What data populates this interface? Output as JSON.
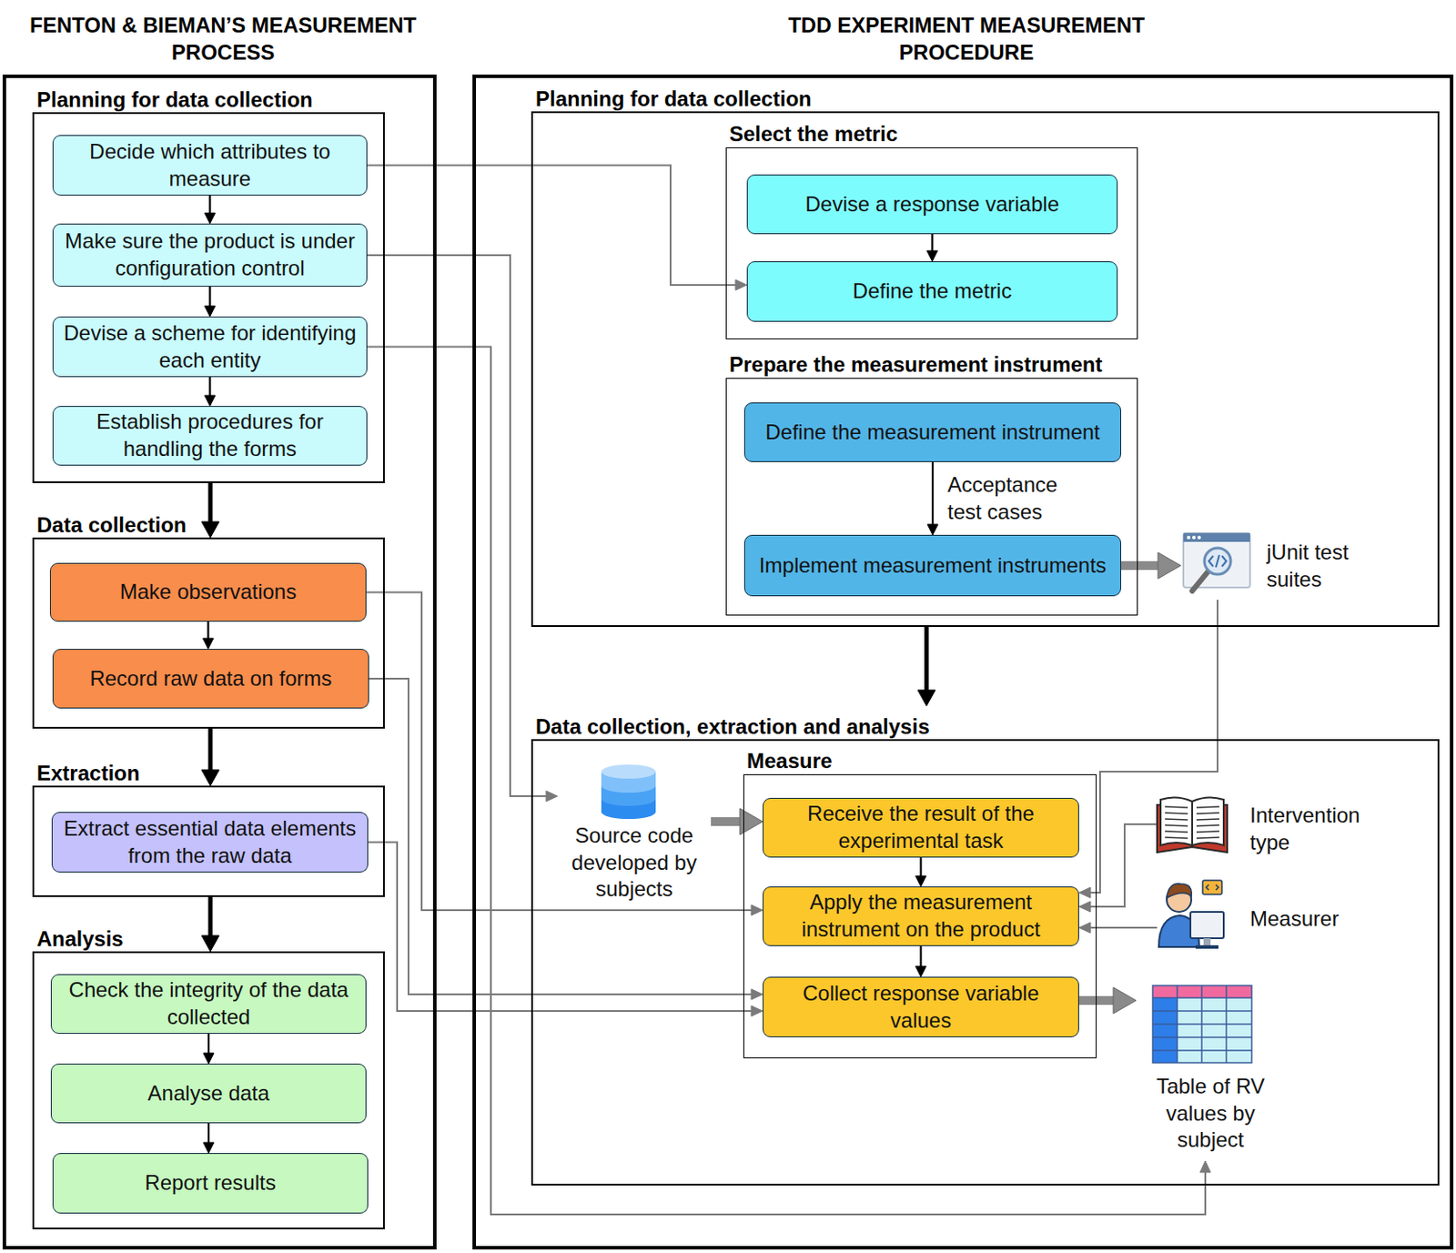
{
  "diagram": {
    "nodes": [
      {
        "text": [
          "FENTON & BIEMAN’S MEASUREMENT PROCESS"
        ]
      },
      {
        "text": [
          "Planning for data collection"
        ],
        "in": 0
      },
      {
        "text": [
          "Decide which attributes to measure"
        ],
        "in": 1
      },
      {
        "text": [
          "Make sure the product is under configuration control"
        ],
        "in": 1
      },
      {
        "text": [
          "Devise a scheme for identifying each entity"
        ],
        "in": 1
      },
      {
        "text": [
          "Establish procedures for handling the forms"
        ],
        "in": 1
      },
      {
        "text": [
          "Data collection"
        ],
        "in": 0
      },
      {
        "text": [
          "Make observations"
        ],
        "in": 6
      },
      {
        "text": [
          "Record raw data on forms"
        ],
        "in": 6
      },
      {
        "text": [
          "Extraction"
        ],
        "in": 0
      },
      {
        "text": [
          "Extract essential data elements from the raw data"
        ],
        "in": 9
      },
      {
        "text": [
          "Analysis"
        ],
        "in": 0
      },
      {
        "text": [
          "Check the integrity of the data collected"
        ],
        "in": 11
      },
      {
        "text": [
          "Analyse data"
        ],
        "in": 11
      },
      {
        "text": [
          "Report results"
        ],
        "in": 11
      },
      {
        "text": [
          "TDD EXPERIMENT MEASUREMENT PROCEDURE"
        ]
      },
      {
        "text": [
          "Planning for data collection"
        ],
        "in": 15
      },
      {
        "text": [
          "Select the metric"
        ],
        "in": 16
      },
      {
        "text": [
          "Devise a response variable"
        ],
        "in": 17
      },
      {
        "text": [
          "Define the metric"
        ],
        "in": 17
      },
      {
        "text": [
          "Prepare the measurement instrument"
        ],
        "in": 16
      },
      {
        "text": [
          "Define the measurement instrument"
        ],
        "in": 20
      },
      {
        "text": [
          "Implement measurement instruments"
        ],
        "in": 20
      },
      {
        "text": [
          "jUnit test suites"
        ],
        "in": 15
      },
      {
        "text": [
          "Data collection, extraction and analysis"
        ],
        "in": 15
      },
      {
        "text": [
          "Source code developed by subjects"
        ],
        "in": 24
      },
      {
        "text": [
          "Measure"
        ],
        "in": 24
      },
      {
        "text": [
          "Receive the result of the experimental task"
        ],
        "in": 26
      },
      {
        "text": [
          "Apply the measurement instrument on the product"
        ],
        "in": 26
      },
      {
        "text": [
          "Collect response variable values"
        ],
        "in": 26
      },
      {
        "text": [
          "Intervention type"
        ],
        "in": 24
      },
      {
        "text": [
          "Measurer"
        ],
        "in": 24
      },
      {
        "text": [
          "Table of RV values by subject"
        ],
        "in": 24
      }
    ],
    "edges": [
      {
        "from": 2,
        "to": 3,
        "arrow": "to"
      },
      {
        "from": 3,
        "to": 4,
        "arrow": "to"
      },
      {
        "from": 4,
        "to": 5,
        "arrow": "to"
      },
      {
        "from": 1,
        "to": 6,
        "arrow": "to"
      },
      {
        "from": 7,
        "to": 8,
        "arrow": "to"
      },
      {
        "from": 6,
        "to": 9,
        "arrow": "to"
      },
      {
        "from": 9,
        "to": 11,
        "arrow": "to"
      },
      {
        "from": 12,
        "to": 13,
        "arrow": "to"
      },
      {
        "from": 13,
        "to": 14,
        "arrow": "to"
      },
      {
        "from": 2,
        "to": 19,
        "arrow": "to"
      },
      {
        "from": 3,
        "to": 25,
        "arrow": "to"
      },
      {
        "from": 4,
        "to": 32,
        "arrow": "to"
      },
      {
        "from": 7,
        "to": 28,
        "arrow": "to"
      },
      {
        "from": 8,
        "to": 29,
        "arrow": "to"
      },
      {
        "from": 10,
        "to": 29,
        "arrow": "to"
      },
      {
        "from": 18,
        "to": 19,
        "arrow": "to"
      },
      {
        "from": 21,
        "to": 22,
        "label": "Acceptance test cases",
        "arrow": "to"
      },
      {
        "from": 22,
        "to": 23,
        "arrow": "to"
      },
      {
        "from": 16,
        "to": 24,
        "arrow": "to"
      },
      {
        "from": 23,
        "to": 28,
        "arrow": "to"
      },
      {
        "from": 25,
        "to": 27,
        "arrow": "to"
      },
      {
        "from": 27,
        "to": 28,
        "arrow": "to"
      },
      {
        "from": 28,
        "to": 29,
        "arrow": "to"
      },
      {
        "from": 30,
        "to": 28,
        "arrow": "to"
      },
      {
        "from": 31,
        "to": 28,
        "arrow": "to"
      },
      {
        "from": 29,
        "to": 32,
        "arrow": "to"
      }
    ]
  }
}
